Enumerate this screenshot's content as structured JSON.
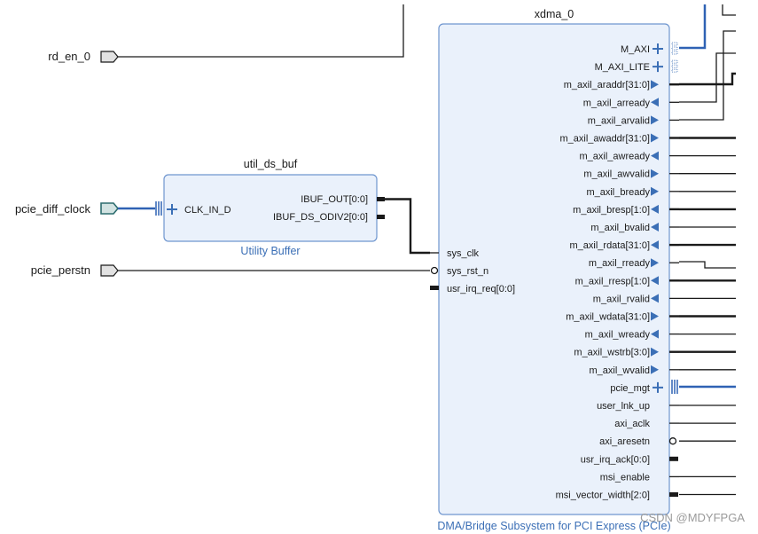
{
  "left_ports": {
    "rd_en_0": "rd_en_0",
    "pcie_diff_clock": "pcie_diff_clock",
    "pcie_perstn": "pcie_perstn"
  },
  "util_ds_buf": {
    "instance": "util_ds_buf",
    "in_port": "CLK_IN_D",
    "out_port_1": "IBUF_OUT[0:0]",
    "out_port_2": "IBUF_DS_ODIV2[0:0]",
    "subtitle": "Utility Buffer"
  },
  "xdma": {
    "instance": "xdma_0",
    "subtitle": "DMA/Bridge Subsystem for PCI Express (PCIe)",
    "left_ports": [
      "sys_clk",
      "sys_rst_n",
      "usr_irq_req[0:0]"
    ],
    "right_ports": [
      {
        "name": "M_AXI",
        "kind": "bus"
      },
      {
        "name": "M_AXI_LITE",
        "kind": "bus"
      },
      {
        "name": "m_axil_araddr[31:0]",
        "kind": "out"
      },
      {
        "name": "m_axil_arready",
        "kind": "in"
      },
      {
        "name": "m_axil_arvalid",
        "kind": "out"
      },
      {
        "name": "m_axil_awaddr[31:0]",
        "kind": "out"
      },
      {
        "name": "m_axil_awready",
        "kind": "in"
      },
      {
        "name": "m_axil_awvalid",
        "kind": "out"
      },
      {
        "name": "m_axil_bready",
        "kind": "out"
      },
      {
        "name": "m_axil_bresp[1:0]",
        "kind": "in"
      },
      {
        "name": "m_axil_bvalid",
        "kind": "in"
      },
      {
        "name": "m_axil_rdata[31:0]",
        "kind": "in"
      },
      {
        "name": "m_axil_rready",
        "kind": "out"
      },
      {
        "name": "m_axil_rresp[1:0]",
        "kind": "in"
      },
      {
        "name": "m_axil_rvalid",
        "kind": "in"
      },
      {
        "name": "m_axil_wdata[31:0]",
        "kind": "out"
      },
      {
        "name": "m_axil_wready",
        "kind": "in"
      },
      {
        "name": "m_axil_wstrb[3:0]",
        "kind": "out"
      },
      {
        "name": "m_axil_wvalid",
        "kind": "out"
      },
      {
        "name": "pcie_mgt",
        "kind": "mgt"
      },
      {
        "name": "user_lnk_up",
        "kind": "plain"
      },
      {
        "name": "axi_aclk",
        "kind": "plain"
      },
      {
        "name": "axi_aresetn",
        "kind": "neg"
      },
      {
        "name": "usr_irq_ack[0:0]",
        "kind": "vec"
      },
      {
        "name": "msi_enable",
        "kind": "plain"
      },
      {
        "name": "msi_vector_width[2:0]",
        "kind": "vec"
      }
    ]
  },
  "watermark": "CSDN @MDYFPGA",
  "colors": {
    "block_fill": "#eaf1fb",
    "block_stroke": "#6f96cf",
    "pin_blue": "#3b6fb6",
    "wire": "#1a1a1a",
    "bus_blue": "#2f62b4",
    "port_fill": "#e2e2e2",
    "diff_port_fill": "#d2e3e2",
    "diff_port_stroke": "#2c6c6e"
  }
}
